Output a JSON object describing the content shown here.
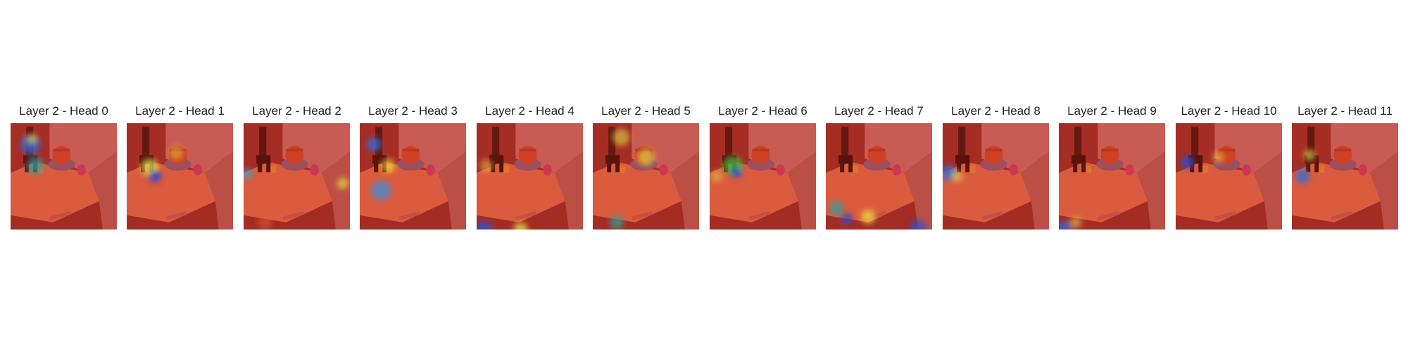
{
  "figure": {
    "panels": [
      {
        "title": "Layer 2 - Head 0"
      },
      {
        "title": "Layer 2 - Head 1"
      },
      {
        "title": "Layer 2 - Head 2"
      },
      {
        "title": "Layer 2 - Head 3"
      },
      {
        "title": "Layer 2 - Head 4"
      },
      {
        "title": "Layer 2 - Head 5"
      },
      {
        "title": "Layer 2 - Head 6"
      },
      {
        "title": "Layer 2 - Head 7"
      },
      {
        "title": "Layer 2 - Head 8"
      },
      {
        "title": "Layer 2 - Head 9"
      },
      {
        "title": "Layer 2 - Head 10"
      },
      {
        "title": "Layer 2 - Head 11"
      }
    ]
  }
}
